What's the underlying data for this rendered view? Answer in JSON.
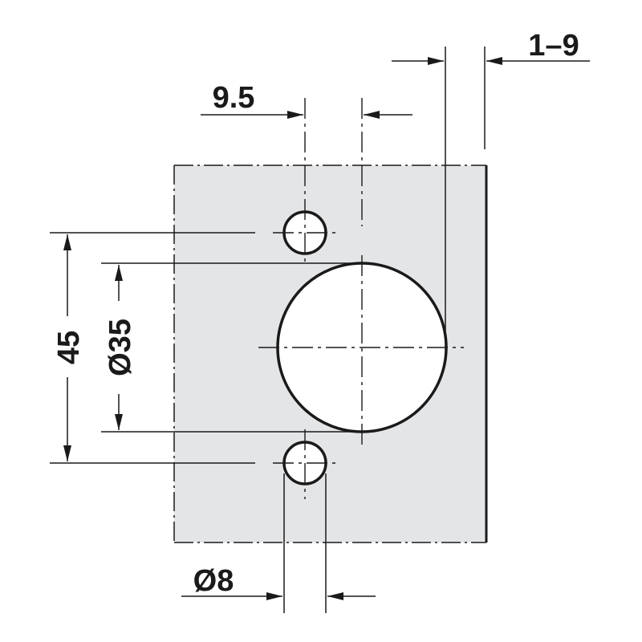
{
  "dimensions": {
    "drilling_distance": "9.5",
    "edge_gap": "1–9",
    "screw_hole_spacing": "45",
    "cup_diameter": "Ø35",
    "screw_hole_diameter": "Ø8"
  },
  "colors": {
    "panel_fill": "#e4e5e7",
    "line": "#1a1a1a",
    "background": "#ffffff"
  }
}
